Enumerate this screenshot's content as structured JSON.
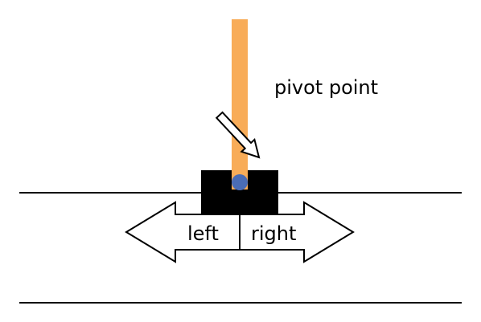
{
  "labels": {
    "pivot": "pivot point",
    "left": "left",
    "right": "right"
  },
  "colors": {
    "pole": "#F8AC58",
    "cart": "#000000",
    "pivot_dot": "#4A6CB5",
    "track": "#000000",
    "arrow_fill": "#ffffff",
    "arrow_stroke": "#000000"
  }
}
